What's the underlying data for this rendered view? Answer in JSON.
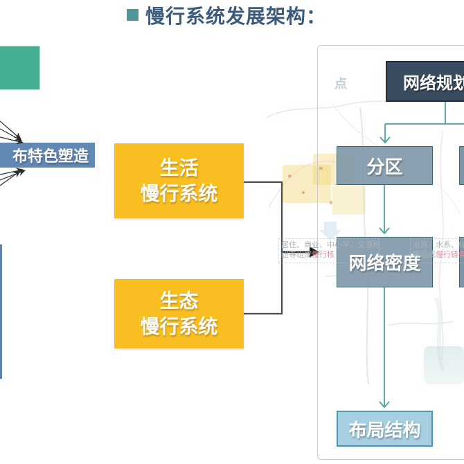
{
  "title": {
    "text": "慢行系统发展架构："
  },
  "left": {
    "feature_box_label": "布特色塑造"
  },
  "middle": {
    "boxes": [
      {
        "line1": "生活",
        "line2": "慢行系统"
      },
      {
        "line1": "生态",
        "line2": "慢行系统"
      }
    ]
  },
  "panel": {
    "watermark_dot": "点",
    "header_label": "网络规划",
    "nodes": [
      {
        "label": "分区"
      },
      {
        "label": "网络密度"
      },
      {
        "label": "布局结构"
      }
    ],
    "faint_left": {
      "line1": "居住、商业、中小学、交通枢",
      "line2_gray": "纽等组成",
      "line2_pink": "慢行核"
    },
    "faint_right": {
      "line1": "道路、水系、绿",
      "line2_gray": "等组成",
      "line2_pink": "慢行链条"
    }
  },
  "colors": {
    "accent_teal": "#45AE93",
    "bullet_teal": "#4F959B",
    "title_blue": "#3C5A7B",
    "steel_blue": "#6189B4",
    "yellow": "#F9BE22",
    "header_navy": "#3A4C60",
    "node_border": "#3F6573",
    "light_blue_fill": "#A6D0E2",
    "light_blue_border": "#4C97B5",
    "connector_teal": "#4BA0A4",
    "faint_gray": "#A8B2B8",
    "faint_pink": "#DD93A0"
  }
}
